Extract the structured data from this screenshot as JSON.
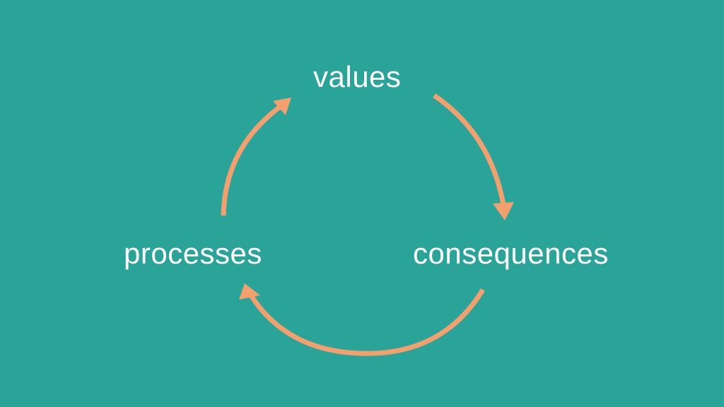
{
  "diagram": {
    "type": "cycle",
    "nodes": [
      {
        "id": "values",
        "label": "values"
      },
      {
        "id": "consequences",
        "label": "consequences"
      },
      {
        "id": "processes",
        "label": "processes"
      }
    ],
    "edges": [
      {
        "from": "values",
        "to": "consequences"
      },
      {
        "from": "consequences",
        "to": "processes"
      },
      {
        "from": "processes",
        "to": "values"
      }
    ]
  },
  "colors": {
    "background": "#2aa399",
    "arrow": "#f4a06e",
    "text": "#ffffff"
  }
}
